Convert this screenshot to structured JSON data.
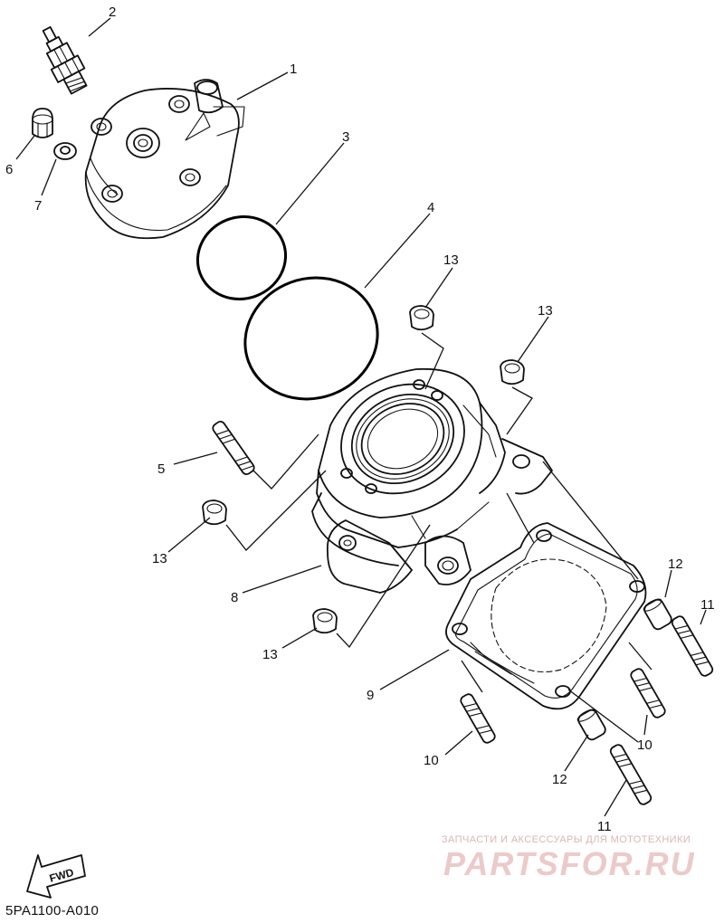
{
  "callouts": [
    "1",
    "2",
    "3",
    "4",
    "5",
    "6",
    "7",
    "8",
    "9",
    "10",
    "11",
    "12",
    "13"
  ],
  "forward_label": "FWD",
  "diagram_code": "5PA1100-A010",
  "watermark": {
    "tagline": "ЗАПЧАСТИ И АКСЕССУАРЫ ДЛЯ МОТОТЕХНИКИ",
    "logo": "PARTSFOR.RU"
  }
}
